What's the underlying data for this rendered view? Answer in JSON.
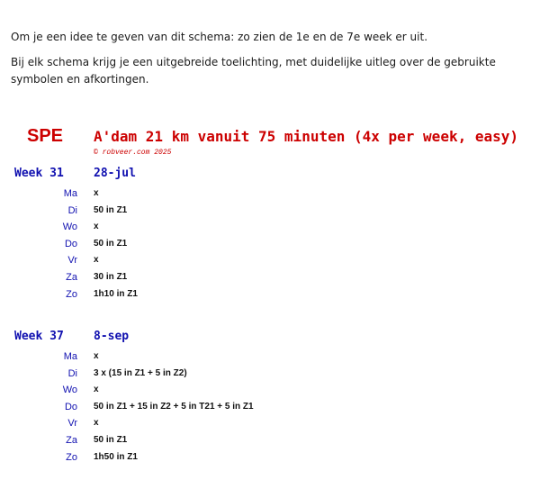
{
  "intro": {
    "line1": "Om je een idee te geven van dit schema: zo zien de 1e en de 7e week er uit.",
    "line2": "Bij elk schema krijg je een uitgebreide toelichting, met duidelijke uitleg over de gebruikte symbolen en afkortingen."
  },
  "schema": {
    "code": "SPE",
    "title": "A'dam 21 km vanuit 75 minuten (4x per week, easy)",
    "copyright": "© robveer.com 2025"
  },
  "weeks": [
    {
      "label": "Week 31",
      "date": "28-jul",
      "days": [
        {
          "day": "Ma",
          "workout": "x"
        },
        {
          "day": "Di",
          "workout": "50 in Z1"
        },
        {
          "day": "Wo",
          "workout": "x"
        },
        {
          "day": "Do",
          "workout": "50 in Z1"
        },
        {
          "day": "Vr",
          "workout": "x"
        },
        {
          "day": "Za",
          "workout": "30 in Z1"
        },
        {
          "day": "Zo",
          "workout": "1h10 in Z1"
        }
      ]
    },
    {
      "label": "Week 37",
      "date": "8-sep",
      "days": [
        {
          "day": "Ma",
          "workout": "x"
        },
        {
          "day": "Di",
          "workout": "3 x (15 in Z1 + 5 in Z2)"
        },
        {
          "day": "Wo",
          "workout": "x"
        },
        {
          "day": "Do",
          "workout": "50 in Z1 + 15 in Z2 + 5 in T21 + 5 in Z1"
        },
        {
          "day": "Vr",
          "workout": "x"
        },
        {
          "day": "Za",
          "workout": "50 in Z1"
        },
        {
          "day": "Zo",
          "workout": "1h50 in Z1"
        }
      ]
    }
  ]
}
